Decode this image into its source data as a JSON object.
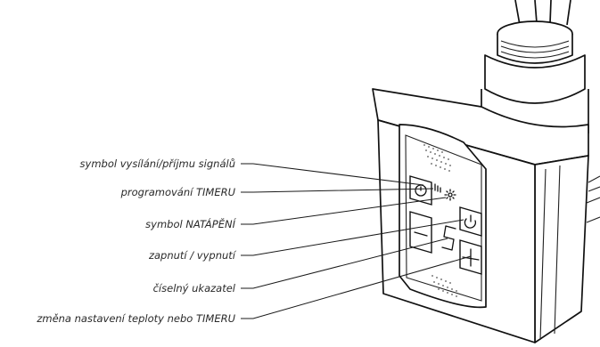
{
  "labels": [
    {
      "id": "signal",
      "text": "symbol vysílání/příjmu signálů"
    },
    {
      "id": "timer",
      "text": "programování TIMERU"
    },
    {
      "id": "heating",
      "text": "symbol NATÁPĚNÍ"
    },
    {
      "id": "power",
      "text": "zapnutí / vypnutí"
    },
    {
      "id": "display",
      "text": "číselný ukazatel"
    },
    {
      "id": "change",
      "text": "změna nastavení teploty nebo TIMERU"
    }
  ],
  "display_value": "5",
  "icons": [
    "clock-icon",
    "signal-icon",
    "heating-sun-icon",
    "power-icon",
    "minus-icon",
    "plus-icon"
  ]
}
